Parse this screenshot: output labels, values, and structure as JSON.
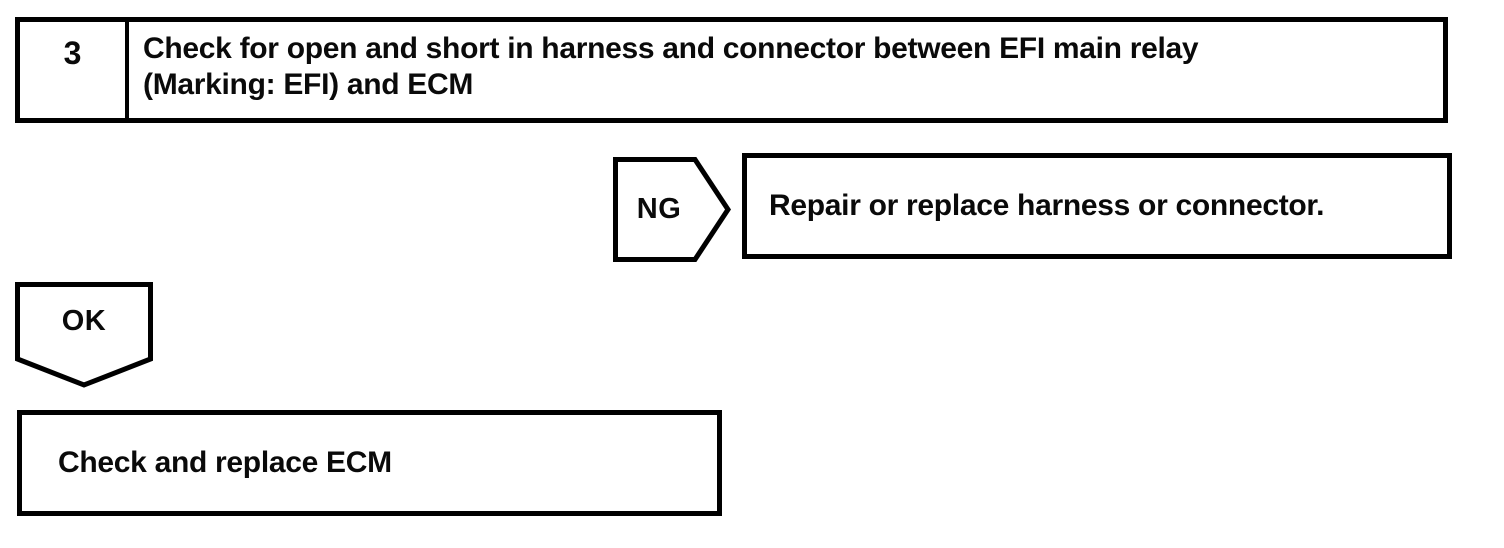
{
  "colors": {
    "ink": "#000000",
    "paper": "#ffffff"
  },
  "flowchart": {
    "step_box": {
      "number": "3",
      "instruction_lines": [
        "Check for open and short in harness and connector between EFI main relay",
        "(Marking: EFI) and ECM"
      ]
    },
    "ng_branch": {
      "label": "NG",
      "action": "Repair or replace harness or connector."
    },
    "ok_branch": {
      "label": "OK",
      "action": "Check and replace ECM"
    }
  }
}
